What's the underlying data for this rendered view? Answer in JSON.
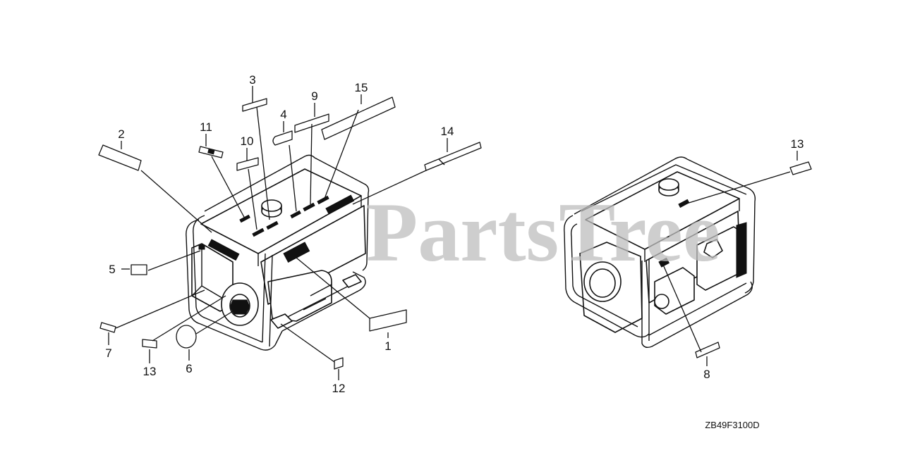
{
  "watermark": "PartsTree",
  "diagram_code": "ZB49F3100D",
  "callouts": [
    {
      "id": "1",
      "text": "1"
    },
    {
      "id": "2",
      "text": "2"
    },
    {
      "id": "3",
      "text": "3"
    },
    {
      "id": "4",
      "text": "4"
    },
    {
      "id": "5",
      "text": "5"
    },
    {
      "id": "6",
      "text": "6"
    },
    {
      "id": "7",
      "text": "7"
    },
    {
      "id": "8",
      "text": "8"
    },
    {
      "id": "9",
      "text": "9"
    },
    {
      "id": "10",
      "text": "10"
    },
    {
      "id": "11",
      "text": "11"
    },
    {
      "id": "12",
      "text": "12"
    },
    {
      "id": "13a",
      "text": "13"
    },
    {
      "id": "13b",
      "text": "13"
    },
    {
      "id": "14",
      "text": "14"
    },
    {
      "id": "15",
      "text": "15"
    }
  ]
}
